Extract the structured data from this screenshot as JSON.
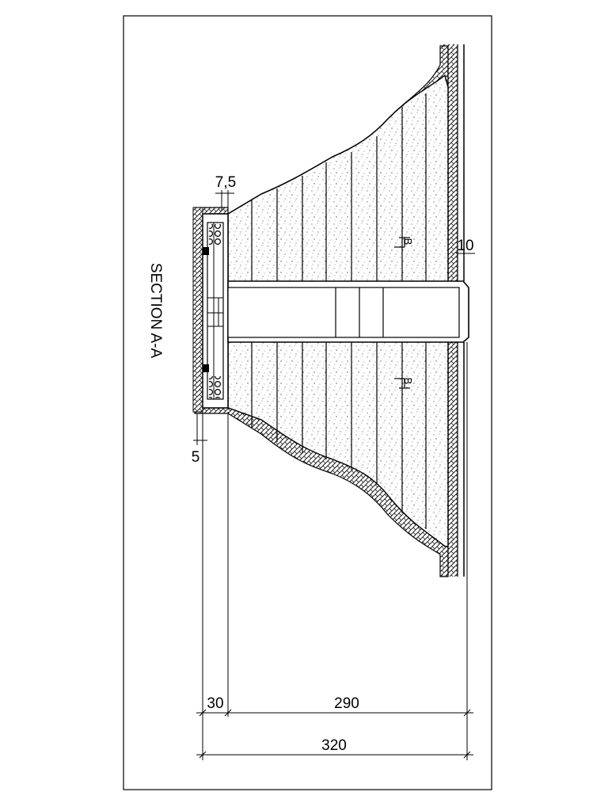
{
  "section_title": "SECTION A-A",
  "section_marks": {
    "upper": "B",
    "lower": "B"
  },
  "dimensions": {
    "top_offset": "7,5",
    "right_offset": "10",
    "left_offset": "5",
    "left_width": "30",
    "right_width": "290",
    "total_width": "320"
  }
}
